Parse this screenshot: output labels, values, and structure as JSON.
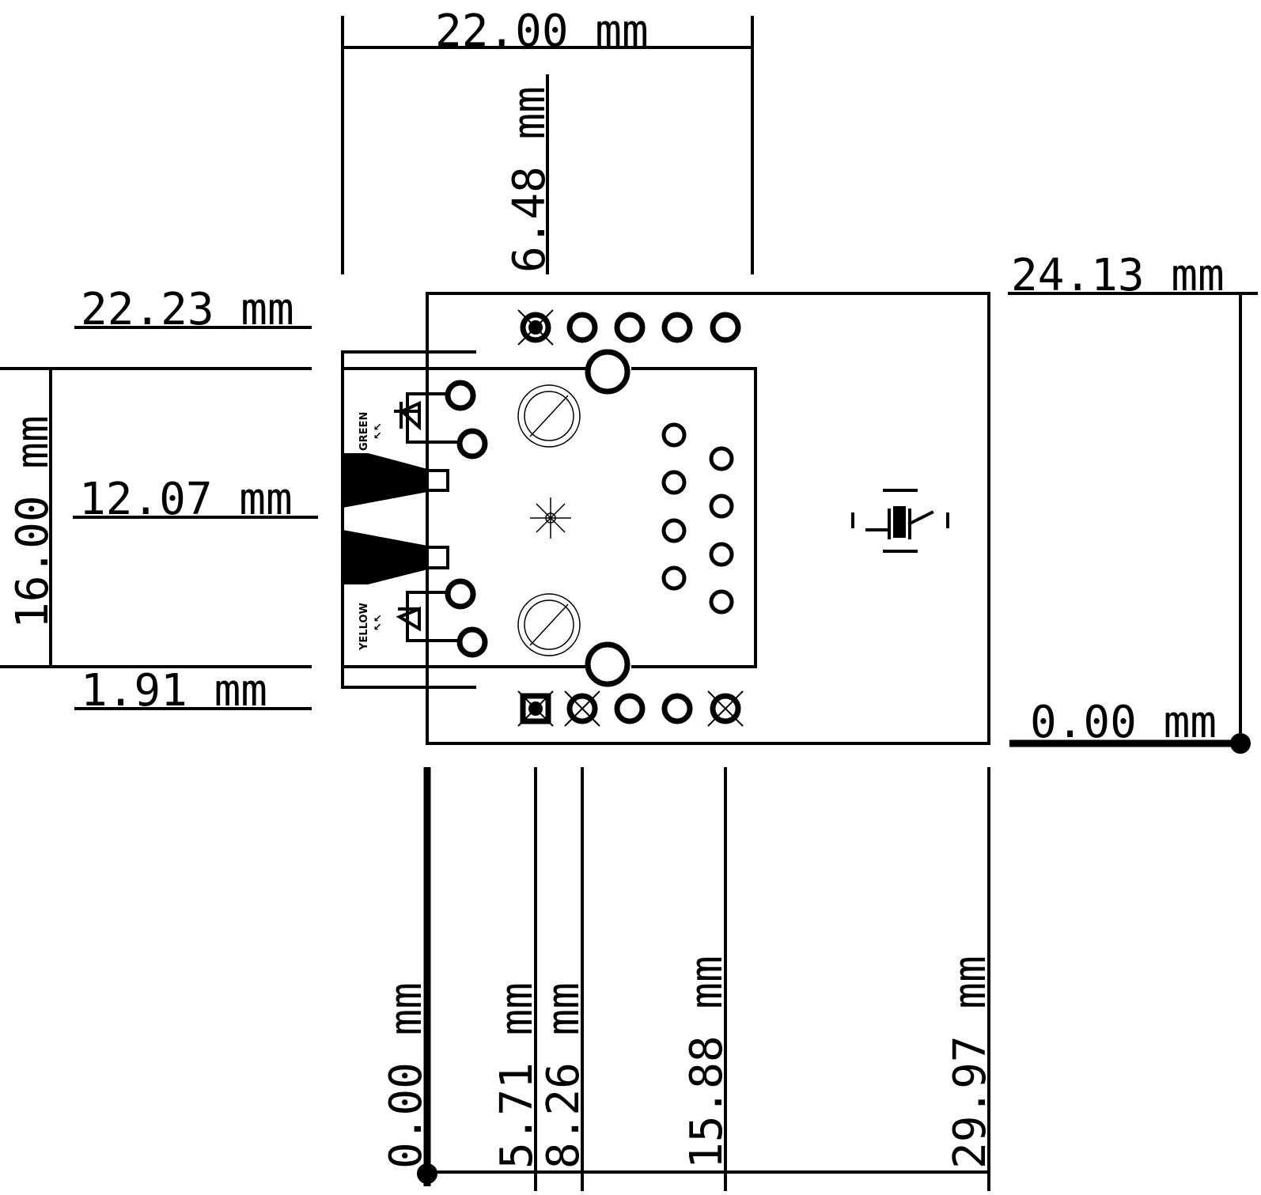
{
  "dimensions": {
    "top_width": "22.00 mm",
    "top_offset": "6.48 mm",
    "left_overall": "22.23 mm",
    "left_height": "16.00 mm",
    "left_center": "12.07 mm",
    "left_bottom": "1.91 mm",
    "right_top": "24.13 mm",
    "right_origin": "0.00 mm",
    "bottom_origin": "0.00 mm",
    "bottom_pin1": "5.71 mm",
    "bottom_pin2": "8.26 mm",
    "bottom_pin3": "15.88 mm",
    "bottom_edge": "29.97 mm"
  },
  "silkscreen": {
    "led_top": "GREEN",
    "led_bottom": "YELLOW"
  }
}
